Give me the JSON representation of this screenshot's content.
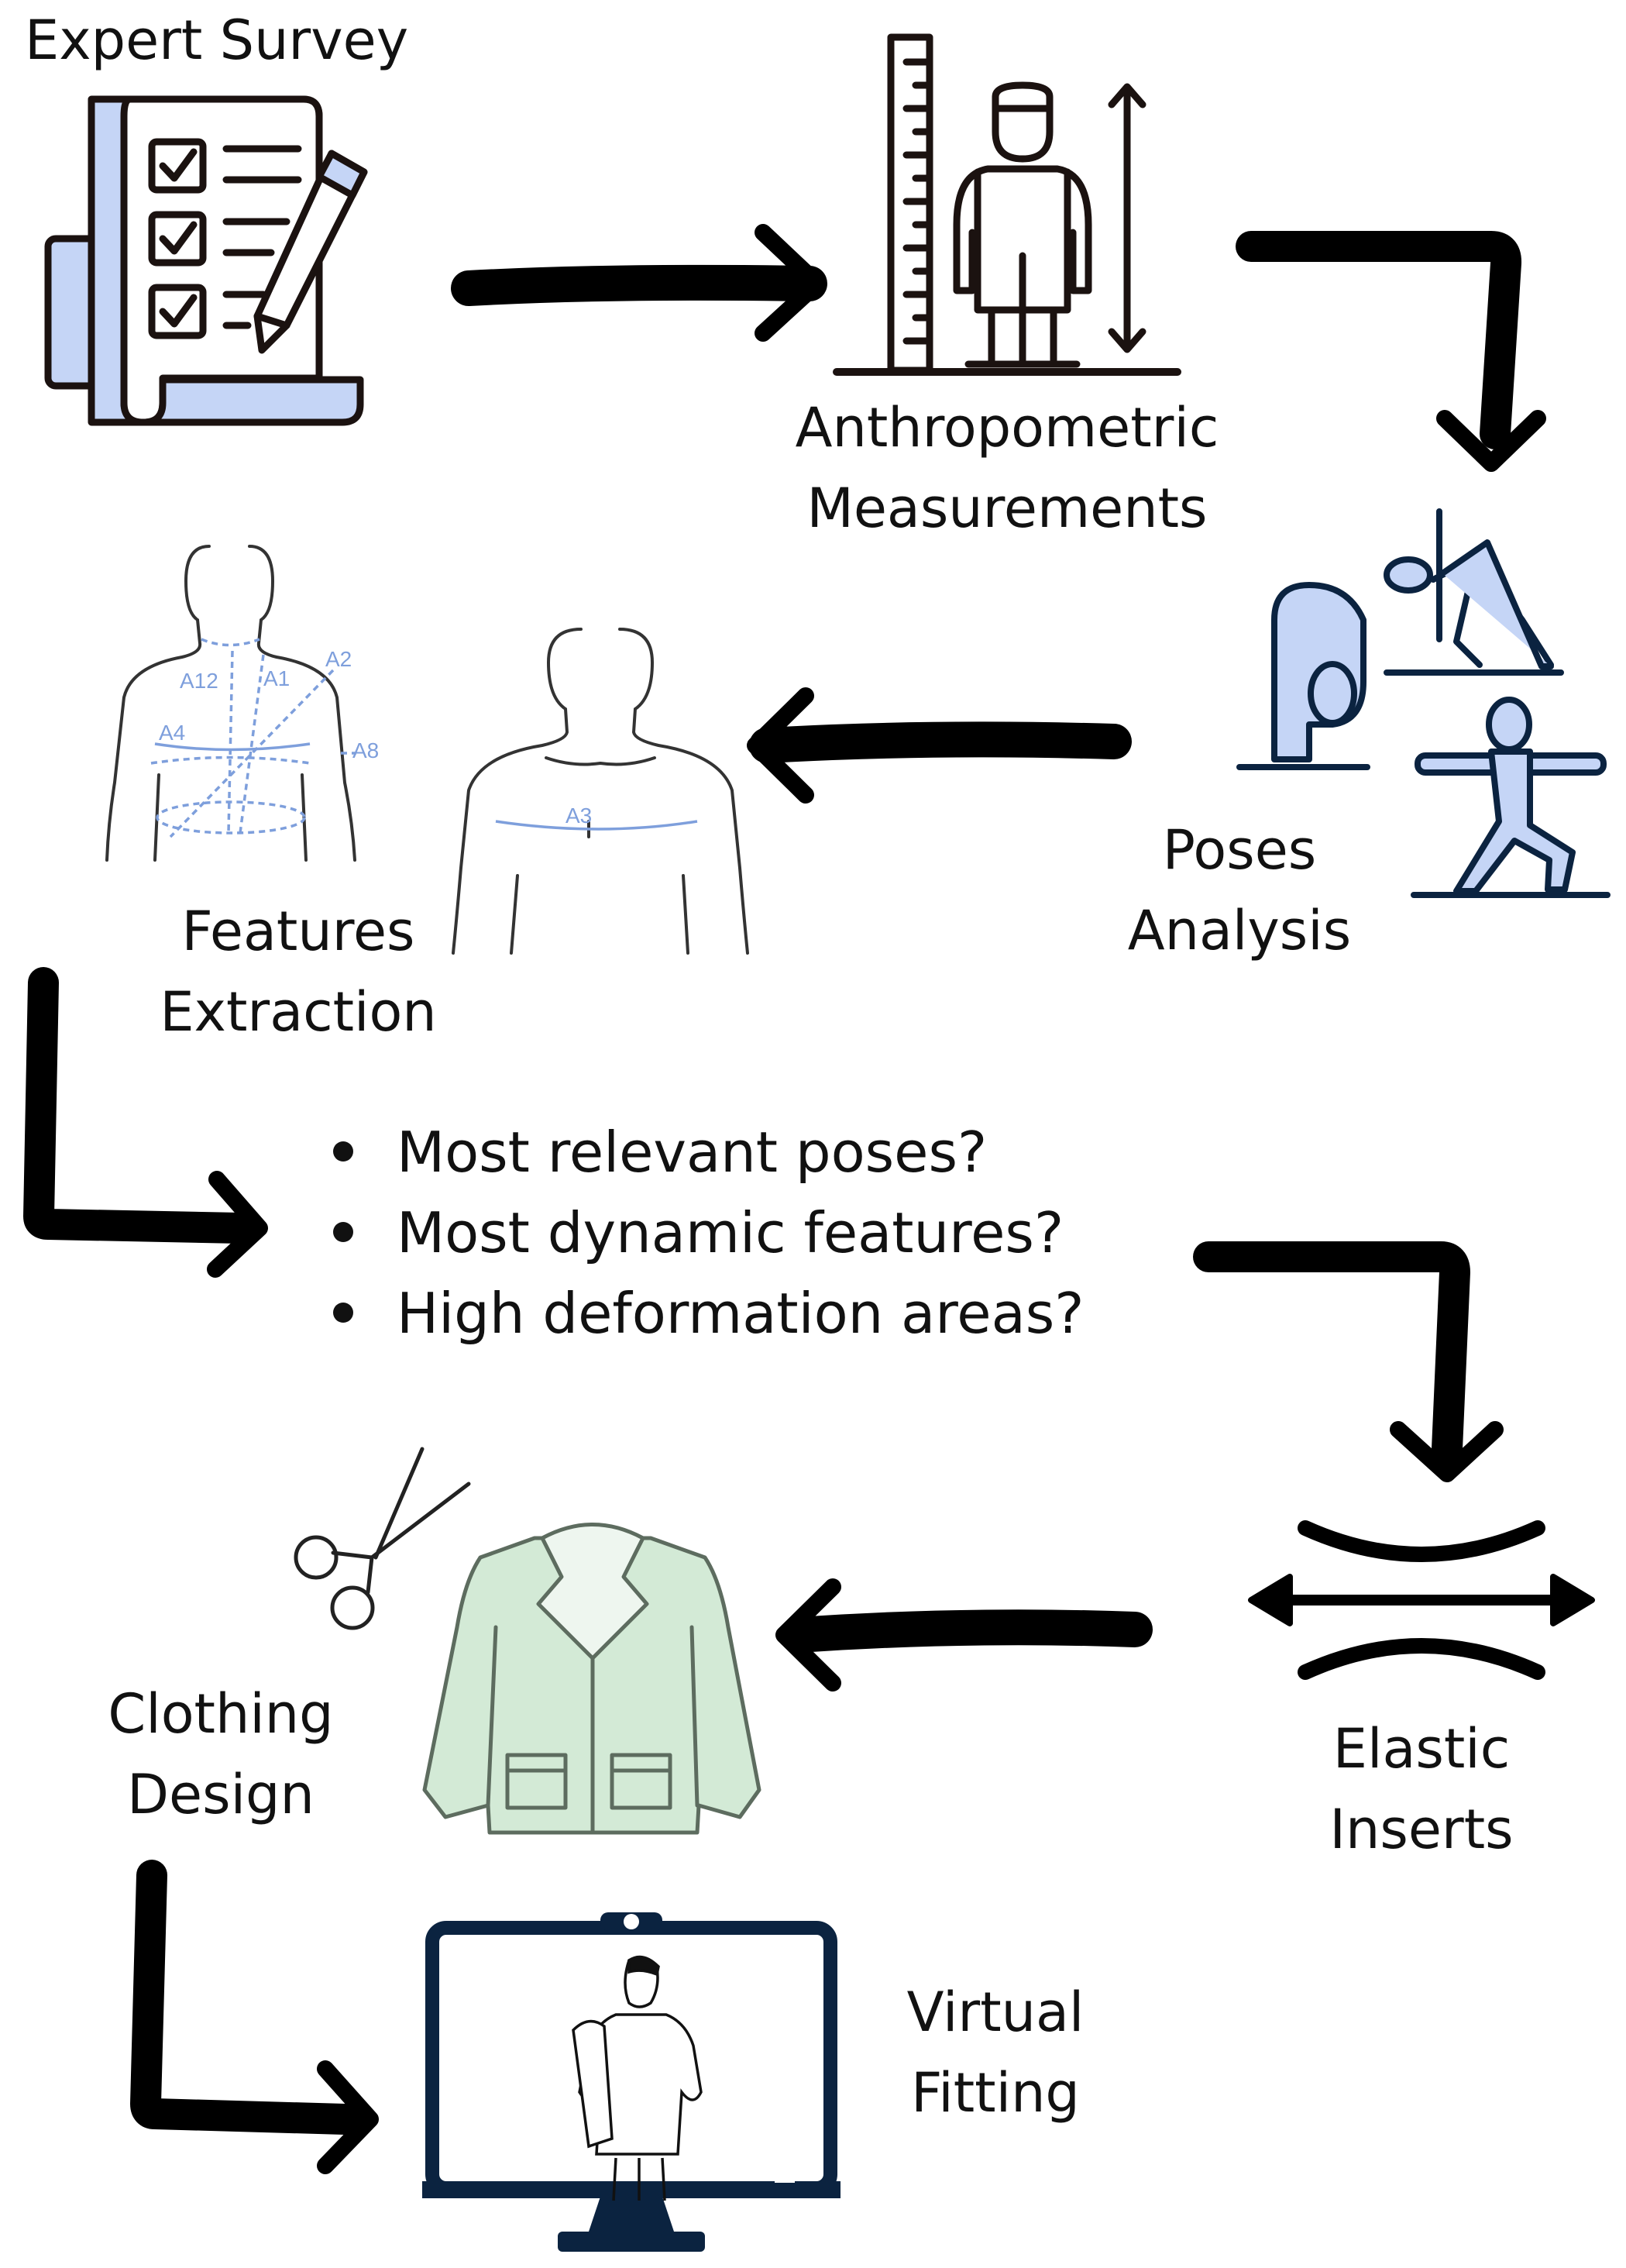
{
  "steps": {
    "expert_survey": {
      "label": "Expert Survey",
      "icon": "survey-checklist-icon"
    },
    "anthropometric": {
      "line1": "Anthropometric",
      "line2": "Measurements",
      "icon": "height-measurement-icon"
    },
    "poses": {
      "line1": "Poses",
      "line2": "Analysis",
      "icon": "yoga-poses-icon"
    },
    "features": {
      "line1": "Features",
      "line2": "Extraction",
      "icon": "body-measurement-lines-icon",
      "marks": [
        "A12",
        "A1",
        "A2",
        "A4",
        "A8",
        "A3"
      ]
    },
    "elastic": {
      "line1": "Elastic",
      "line2": "Inserts",
      "icon": "elastic-stretch-icon"
    },
    "clothing": {
      "line1": "Clothing",
      "line2": "Design",
      "icon": "jacket-scissors-icon"
    },
    "virtual": {
      "line1": "Virtual",
      "line2": "Fitting",
      "icon": "monitor-fitting-icon"
    }
  },
  "questions": [
    "Most relevant poses?",
    "Most dynamic features?",
    "High deformation areas?"
  ],
  "colors": {
    "ink": "#111111",
    "blue_fill": "#c5d5f6",
    "blue_line": "#7e9fdc",
    "green_fill": "#d3ead6",
    "navy": "#0b2340",
    "green_line": "#5d6c5f"
  }
}
